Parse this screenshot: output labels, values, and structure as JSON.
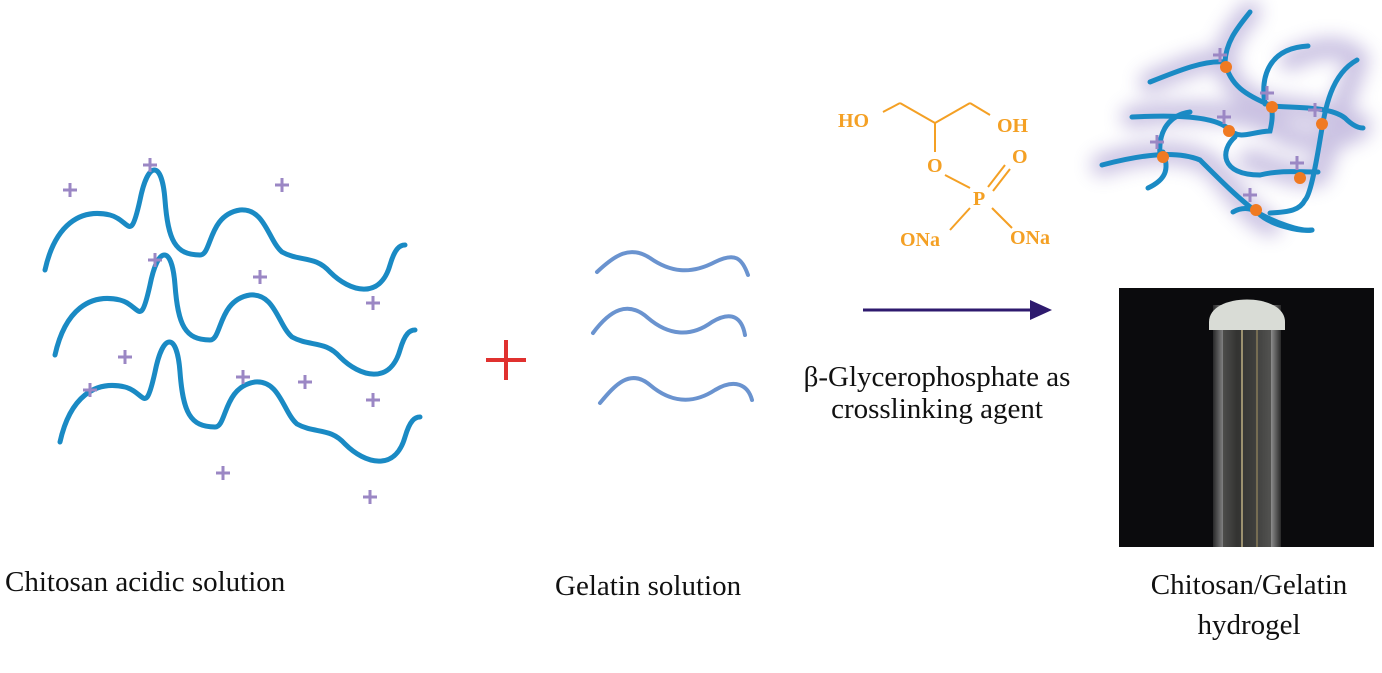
{
  "labels": {
    "chitosan": "Chitosan acidic solution",
    "gelatin": "Gelatin solution",
    "crosslinker_line1": "β-Glycerophosphate as",
    "crosslinker_line2": "crosslinking agent",
    "hydrogel_line1": "Chitosan/Gelatin",
    "hydrogel_line2": "hydrogel"
  },
  "molecule": {
    "ho_left": "HO",
    "oh_right": "OH",
    "o_ester": "O",
    "o_double": "O",
    "p": "P",
    "ona_left": "ONa",
    "ona_right": "ONa"
  },
  "colors": {
    "chitosan_chain": "#1a8ac4",
    "gelatin_chain": "#6a93cf",
    "positive_charge": "#9b87c4",
    "plus_operator": "#e0312f",
    "molecule": "#f4a024",
    "arrow": "#2e1a6e",
    "crosslink_node": "#f07a22"
  }
}
